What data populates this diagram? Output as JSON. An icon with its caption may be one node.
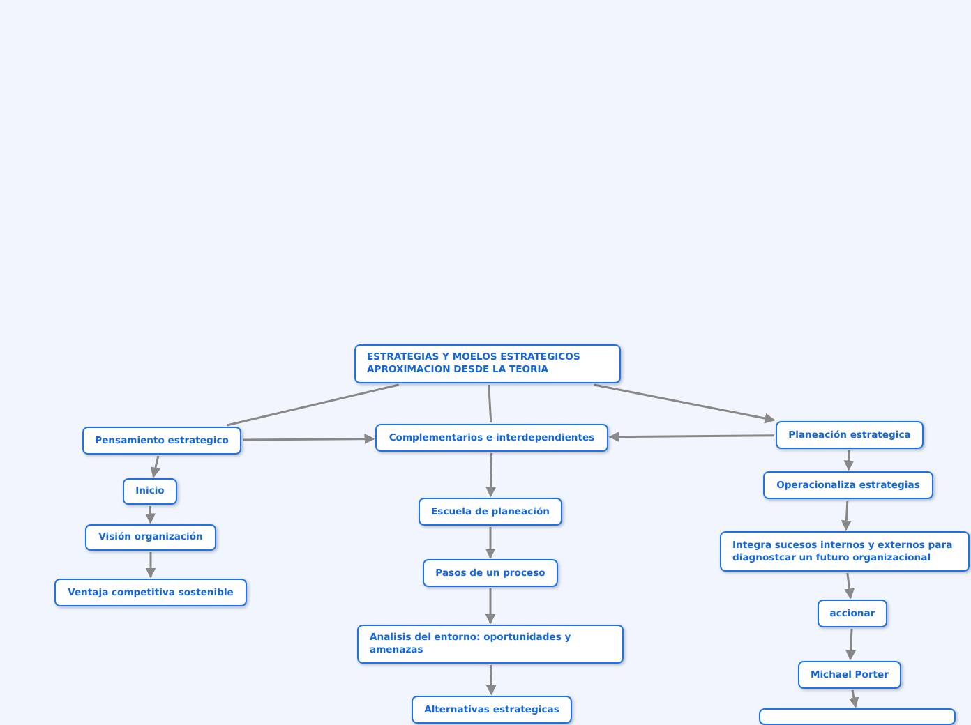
{
  "diagram": {
    "nodes": [
      {
        "text": [
          "ESTRATEGIAS Y MOELOS ESTRATEGICOS APROXIMACION DESDE LA TEORIA"
        ]
      },
      {
        "text": [
          "Pensamiento estrategico"
        ]
      },
      {
        "text": [
          "Complementarios e interdependientes"
        ]
      },
      {
        "text": [
          "Planeación estrategica"
        ]
      },
      {
        "text": [
          "Inicio"
        ]
      },
      {
        "text": [
          "Visión organización"
        ]
      },
      {
        "text": [
          "Ventaja competitiva sostenible"
        ]
      },
      {
        "text": [
          "Escuela de planeación"
        ]
      },
      {
        "text": [
          "Pasos de un proceso"
        ]
      },
      {
        "text": [
          "Analisis del entorno: oportunidades y amenazas"
        ]
      },
      {
        "text": [
          "Alternativas estrategicas"
        ]
      },
      {
        "text": [
          "Operacionaliza estrategias"
        ]
      },
      {
        "text": [
          "Integra sucesos internos y externos para diagnostcar un futuro organizacional"
        ]
      },
      {
        "text": [
          "accionar"
        ]
      },
      {
        "text": [
          "Michael Porter"
        ]
      },
      {
        "text": [],
        "shape": "box"
      }
    ],
    "edges": [
      {
        "from": 0,
        "to": 1,
        "arrow": "none"
      },
      {
        "from": 0,
        "to": 2,
        "arrow": "none"
      },
      {
        "from": 0,
        "to": 3,
        "arrow": "to"
      },
      {
        "from": 1,
        "to": 2,
        "arrow": "to"
      },
      {
        "from": 3,
        "to": 2,
        "arrow": "to"
      },
      {
        "from": 1,
        "to": 4,
        "arrow": "to"
      },
      {
        "from": 4,
        "to": 5,
        "arrow": "to"
      },
      {
        "from": 5,
        "to": 6,
        "arrow": "to"
      },
      {
        "from": 2,
        "to": 7,
        "arrow": "to"
      },
      {
        "from": 7,
        "to": 8,
        "arrow": "to"
      },
      {
        "from": 8,
        "to": 9,
        "arrow": "to"
      },
      {
        "from": 9,
        "to": 10,
        "arrow": "to"
      },
      {
        "from": 3,
        "to": 11,
        "arrow": "to"
      },
      {
        "from": 11,
        "to": 12,
        "arrow": "to"
      },
      {
        "from": 12,
        "to": 13,
        "arrow": "to"
      },
      {
        "from": 13,
        "to": 14,
        "arrow": "to"
      },
      {
        "from": 14,
        "to": 15,
        "arrow": "to"
      }
    ]
  }
}
